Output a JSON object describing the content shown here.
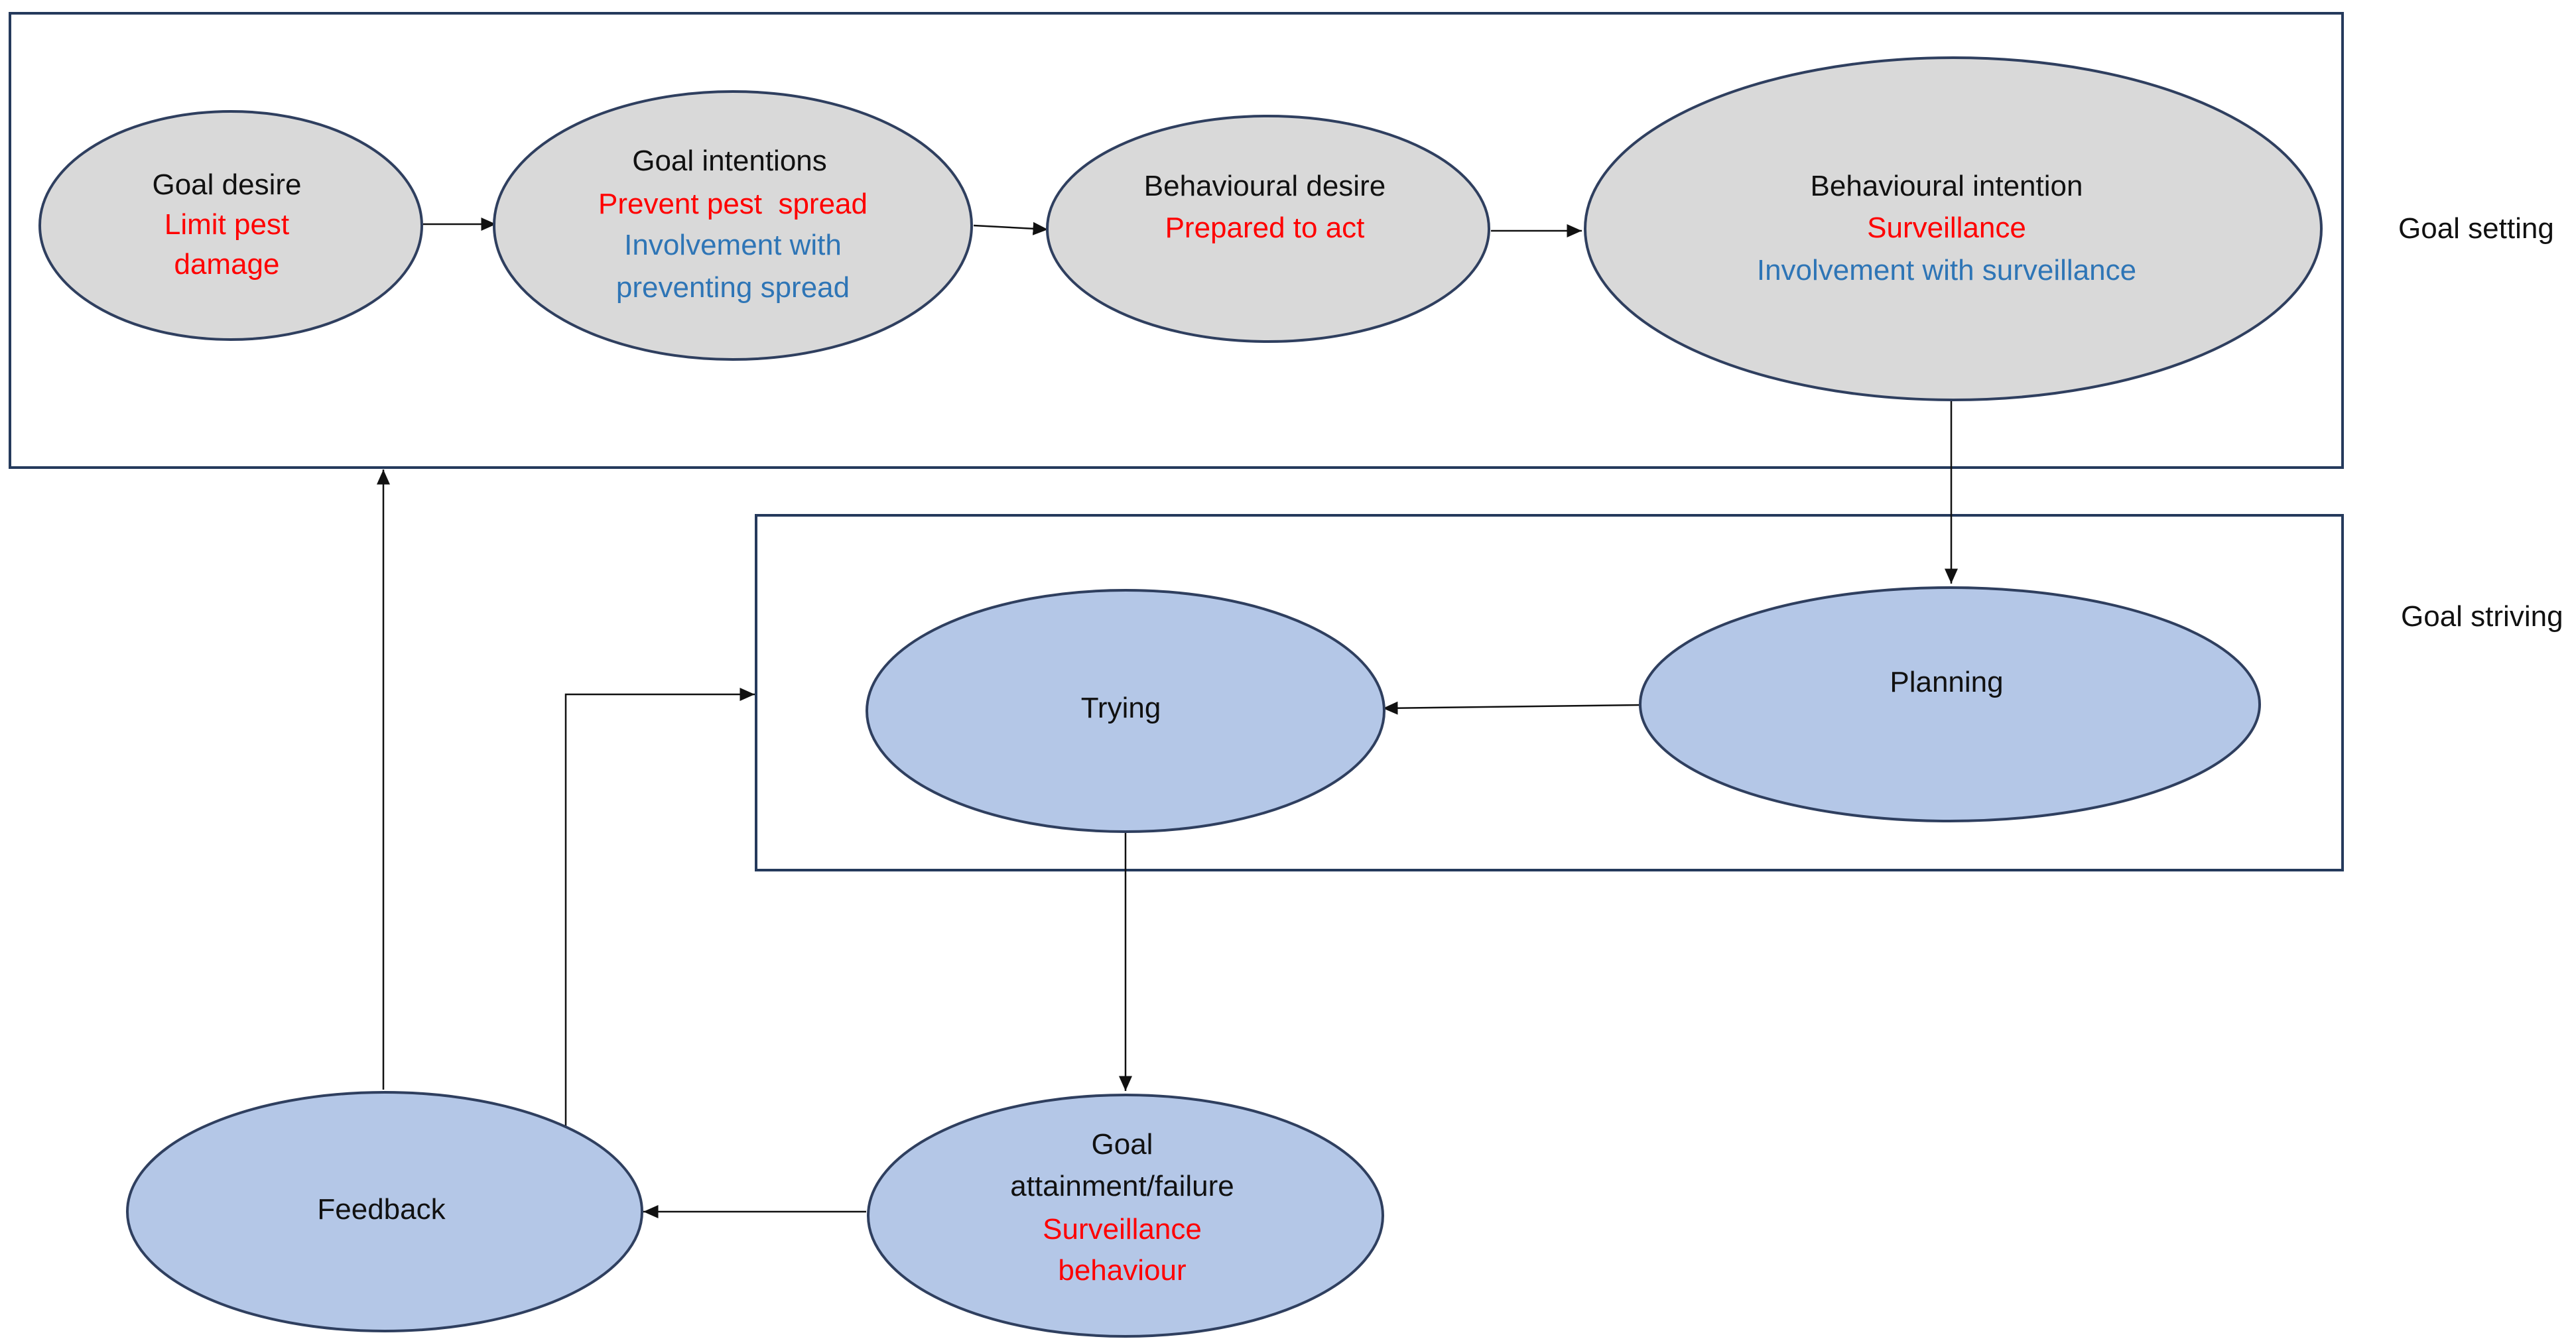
{
  "colors": {
    "frame": "#253a5c",
    "grey_node_fill": "#d9d9d9",
    "blue_node_fill": "#b4c7e7",
    "node_stroke": "#2f3f5f",
    "text_black": "#111111",
    "text_red": "#ff0000",
    "text_blue": "#2e75b6",
    "arrow": "#111111"
  },
  "section_labels": {
    "goal_setting": "Goal setting",
    "goal_striving": "Goal striving"
  },
  "nodes": {
    "goal_desire": {
      "title": "Goal desire",
      "red_lines": [
        "Limit pest",
        "damage"
      ],
      "blue_lines": []
    },
    "goal_intentions": {
      "title": "Goal intentions",
      "red_lines": [
        "Prevent pest  spread"
      ],
      "blue_lines": [
        "Involvement with",
        "preventing spread"
      ]
    },
    "behavioural_desire": {
      "title": "Behavioural desire",
      "red_lines": [
        "Prepared to act"
      ],
      "blue_lines": []
    },
    "behavioural_intention": {
      "title": "Behavioural intention",
      "red_lines": [
        "Surveillance"
      ],
      "blue_lines": [
        "Involvement with surveillance"
      ]
    },
    "planning": {
      "title": "Planning",
      "red_lines": [],
      "blue_lines": []
    },
    "trying": {
      "title": "Trying",
      "red_lines": [],
      "blue_lines": []
    },
    "goal_attainment": {
      "title_lines": [
        "Goal",
        "attainment/failure"
      ],
      "red_lines": [
        "Surveillance",
        "behaviour"
      ],
      "blue_lines": []
    },
    "feedback": {
      "title": "Feedback",
      "red_lines": [],
      "blue_lines": []
    }
  }
}
